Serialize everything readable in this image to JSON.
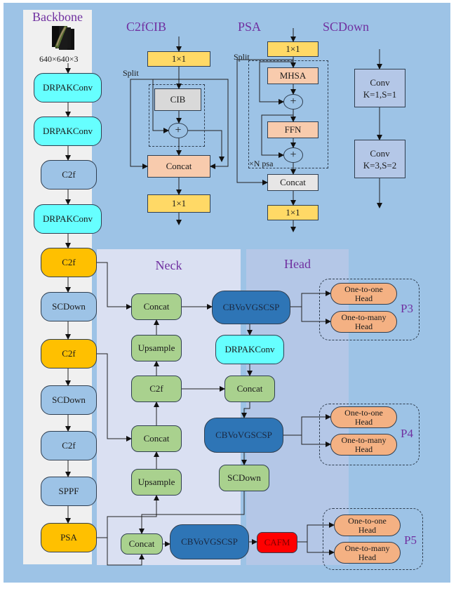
{
  "sections": {
    "backbone": "Backbone",
    "neck": "Neck",
    "head": "Head",
    "c2fcib": "C2fCIB",
    "psa": "PSA",
    "scdown": "SCDown"
  },
  "input": {
    "image_icon": "leaf-image-stack",
    "size_label": "640×640×3"
  },
  "backbone": {
    "nodes": [
      {
        "label": "DRPAKConv",
        "color": "#66ffff"
      },
      {
        "label": "DRPAKConv",
        "color": "#66ffff"
      },
      {
        "label": "C2f",
        "color": "#9dc3e6"
      },
      {
        "label": "DRPAKConv",
        "color": "#66ffff"
      },
      {
        "label": "C2f",
        "color": "#ffc000"
      },
      {
        "label": "SCDown",
        "color": "#9dc3e6"
      },
      {
        "label": "C2f",
        "color": "#ffc000"
      },
      {
        "label": "SCDown",
        "color": "#9dc3e6"
      },
      {
        "label": "C2f",
        "color": "#9dc3e6"
      },
      {
        "label": "SPPF",
        "color": "#9dc3e6"
      },
      {
        "label": "PSA",
        "color": "#ffc000"
      }
    ]
  },
  "c2fcib": {
    "top": "1×1",
    "split": "Split",
    "cib": "CIB",
    "plus": "+",
    "concat": "Concat",
    "bottom": "1×1"
  },
  "psa_detail": {
    "top": "1×1",
    "split": "Split",
    "mhsa": "MHSA",
    "plus1": "+",
    "ffn": "FFN",
    "plus2": "+",
    "repeat": "×N psa",
    "concat": "Concat",
    "bottom": "1×1"
  },
  "scdown_detail": {
    "conv1": [
      "Conv",
      "K=1,S=1"
    ],
    "conv2": [
      "Conv",
      "K=3,S=2"
    ]
  },
  "neck": {
    "concat1": "Concat",
    "cbv1": "CBVoVGSCSP",
    "upsample1": "Upsample",
    "drpak": "DRPAKConv",
    "c2f": "C2f",
    "concat2": "Concat",
    "concat3": "Concat",
    "cbv2": "CBVoVGSCSP",
    "upsample2": "Upsample",
    "scdown": "SCDown",
    "concat4": "Concat",
    "cbv3": "CBVoVGSCSP",
    "cafm": "CAFM"
  },
  "head": {
    "groups": [
      {
        "name": "P3",
        "one_to_one": [
          "One-to-one",
          "Head"
        ],
        "one_to_many": [
          "One-to-many",
          "Head"
        ]
      },
      {
        "name": "P4",
        "one_to_one": [
          "One-to-one",
          "Head"
        ],
        "one_to_many": [
          "One-to-many",
          "Head"
        ]
      },
      {
        "name": "P5",
        "one_to_one": [
          "One-to-one",
          "Head"
        ],
        "one_to_many": [
          "One-to-many",
          "Head"
        ]
      }
    ]
  }
}
